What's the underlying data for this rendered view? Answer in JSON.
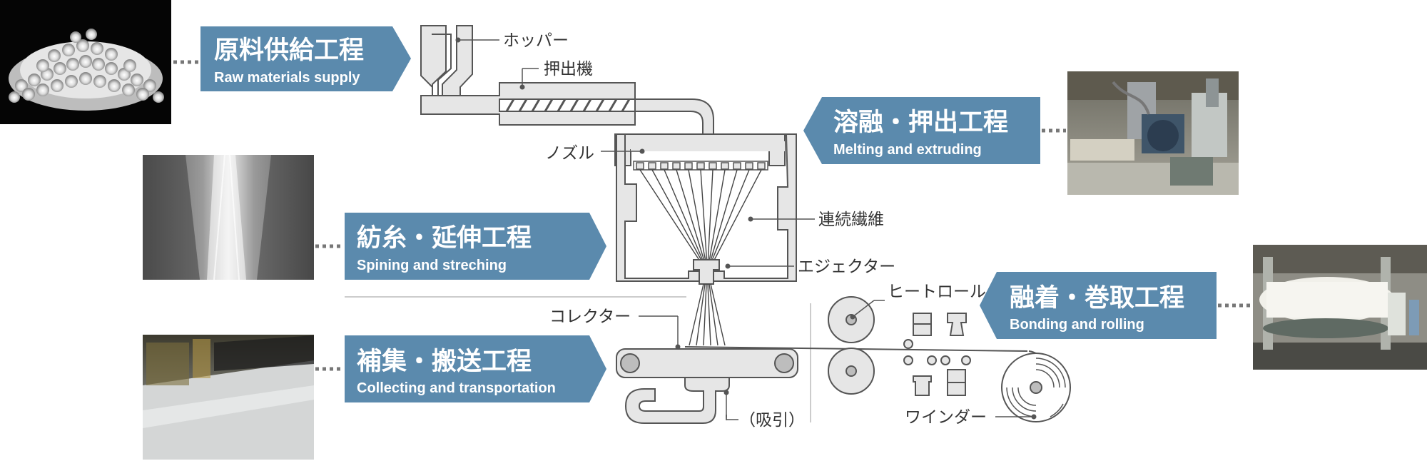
{
  "colors": {
    "accent": "#5b8aad",
    "machine_fill": "#e6e6e6",
    "machine_stroke": "#555555",
    "text": "#333333"
  },
  "steps": [
    {
      "id": "raw",
      "jp": "原料供給工程",
      "en": "Raw materials supply"
    },
    {
      "id": "melt",
      "jp": "溶融・押出工程",
      "en": "Melting and extruding"
    },
    {
      "id": "spin",
      "jp": "紡糸・延伸工程",
      "en": "Spining and streching"
    },
    {
      "id": "bond",
      "jp": "融着・巻取工程",
      "en": "Bonding and rolling"
    },
    {
      "id": "collect",
      "jp": "補集・搬送工程",
      "en": "Collecting and transportation"
    }
  ],
  "labels": {
    "hopper": "ホッパー",
    "extruder": "押出機",
    "nozzle": "ノズル",
    "fibers": "連続繊維",
    "ejector": "エジェクター",
    "collector": "コレクター",
    "heat_roll": "ヒートロール",
    "suction": "（吸引）",
    "winder": "ワインダー"
  },
  "photos": [
    {
      "id": "pellets",
      "icon": "resin-pellets-photo"
    },
    {
      "id": "extruder-machine",
      "icon": "extruder-machine-photo"
    },
    {
      "id": "spinning",
      "icon": "spinning-fibers-photo"
    },
    {
      "id": "rolling-machine",
      "icon": "rolling-machine-photo"
    },
    {
      "id": "conveyor",
      "icon": "conveyor-photo"
    }
  ]
}
